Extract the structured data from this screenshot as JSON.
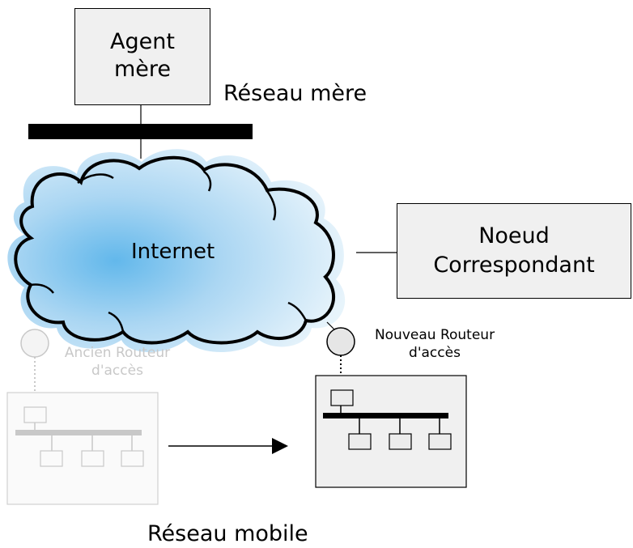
{
  "home_agent": {
    "line1": "Agent",
    "line2": "mère"
  },
  "home_network_label": "Réseau mère",
  "internet_label": "Internet",
  "correspondent": {
    "line1": "Noeud",
    "line2": "Correspondant"
  },
  "old_router": {
    "line1": "Ancien Routeur",
    "line2": "d'accès"
  },
  "new_router": {
    "line1": "Nouveau Routeur",
    "line2": "d'accès"
  },
  "mobile_network_label": "Réseau mobile",
  "colors": {
    "cloud_fill": "#c6e4f7",
    "cloud_core": "#5ab4ea",
    "box_fill": "#f0f0f0",
    "faded": "#c8c8c8"
  }
}
